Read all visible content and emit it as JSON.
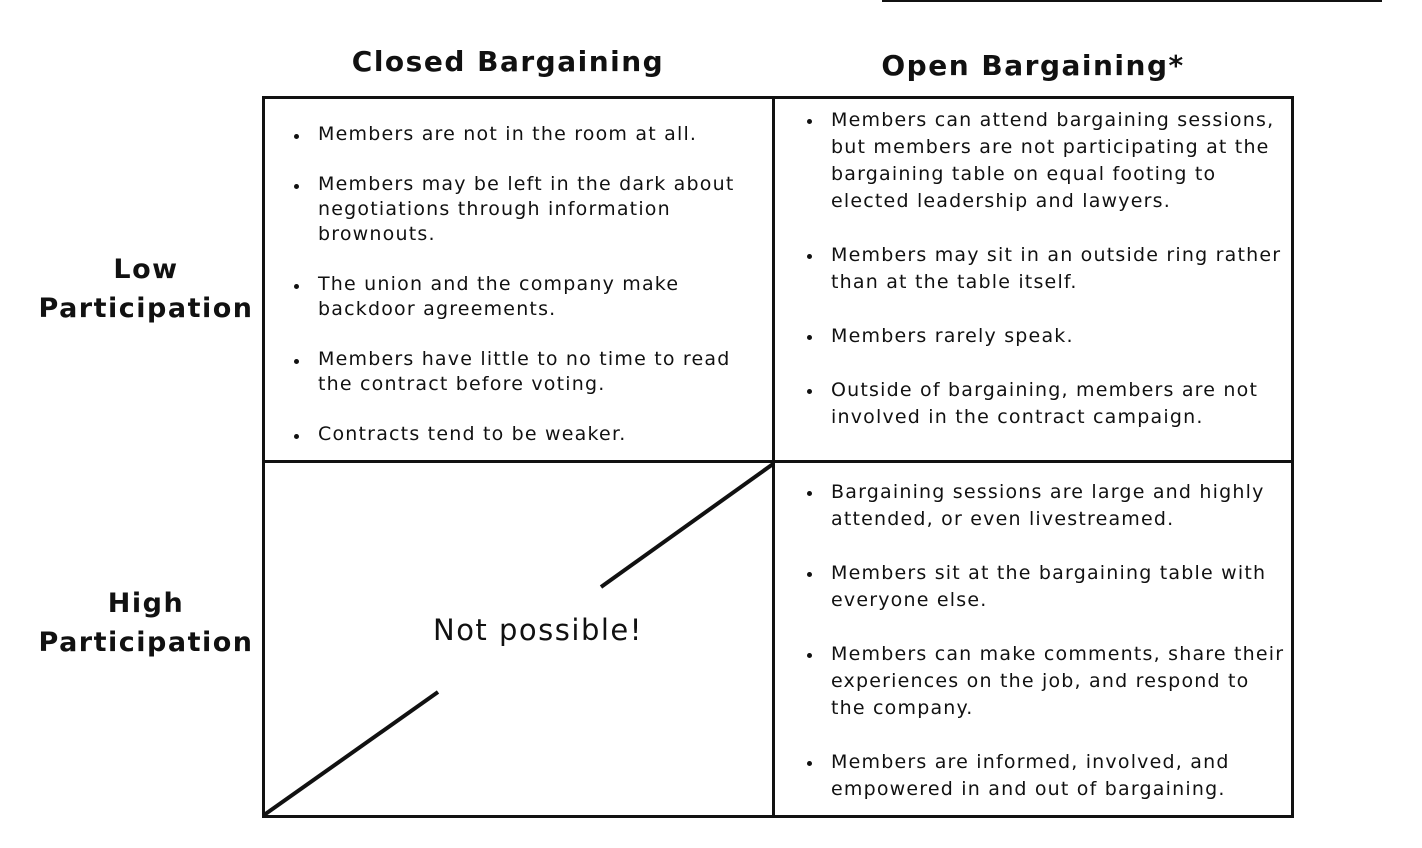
{
  "columns": {
    "closed": "Closed Bargaining",
    "open": "Open Bargaining*"
  },
  "rows": {
    "low_line1": "Low",
    "low_line2": "Participation",
    "high_line1": "High",
    "high_line2": "Participation"
  },
  "cells": {
    "closed_low": [
      "Members are not in the room at all.",
      "Members may be left in the dark about negotiations through information brownouts.",
      "The union and the company make backdoor agreements.",
      "Members have little to no time to read the contract before voting.",
      "Contracts tend to be weaker."
    ],
    "open_low": [
      "Members can attend bargaining sessions, but members are not participating at the bargaining table on equal footing to elected leadership and lawyers.",
      "Members may sit in an outside ring rather than at the table itself.",
      "Members rarely speak.",
      "Outside of bargaining, members are not involved in the contract campaign."
    ],
    "closed_high": "Not possible!",
    "open_high": [
      "Bargaining sessions are large and highly attended, or even livestreamed.",
      "Members sit at the bargaining table with everyone else.",
      "Members can make comments, share their experiences on the job, and respond to the company.",
      "Members are informed, involved, and empowered in and out of bargaining."
    ]
  }
}
